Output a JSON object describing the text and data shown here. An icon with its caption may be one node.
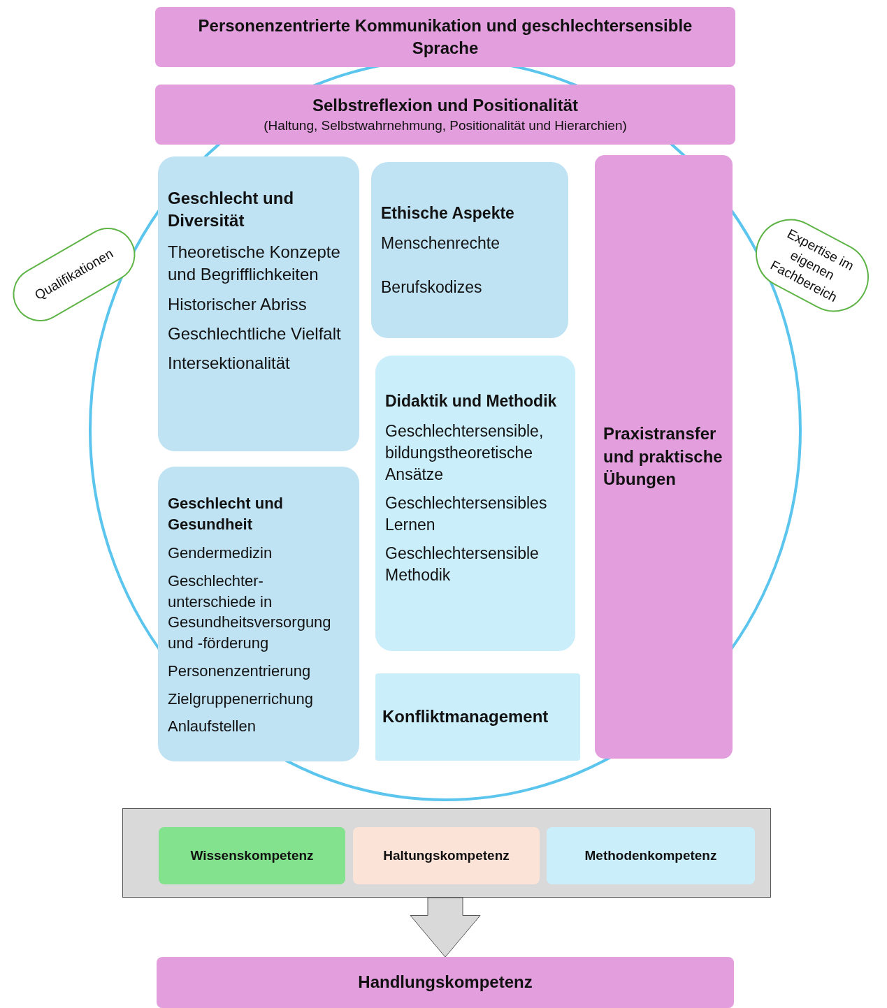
{
  "diagram": {
    "nodes": [
      {
        "text": [
          "Personenzentrierte Kommunikation und geschlechtersensible Sprache"
        ]
      },
      {
        "text": [
          "Selbstreflexion und Positionalität",
          "(Haltung, Selbstwahrnehmung, Positionalität und Hierarchien)"
        ]
      },
      {
        "text": [
          "Geschlecht und Diversität",
          "Theoretische Konzepte und Begrifflichkeiten",
          "Historischer Abriss",
          "Geschlechtliche Vielfalt",
          "Intersektionalität"
        ]
      },
      {
        "text": [
          "Ethische Aspekte",
          "Menschenrechte",
          "Berufskodizes"
        ]
      },
      {
        "text": [
          "Praxistransfer und praktische Übungen"
        ]
      },
      {
        "text": [
          "Qualifikationen"
        ]
      },
      {
        "text": [
          "Expertise im eigenen Fachbereich"
        ]
      },
      {
        "text": [
          "Geschlecht und Gesundheit",
          "Gendermedizin",
          "Geschlechter-unterschiede in Gesundheitsversorgung und -förderung",
          "Personenzentrierung",
          "Zielgruppenerrichung",
          "Anlaufstellen"
        ]
      },
      {
        "text": [
          "Didaktik und Methodik",
          "Geschlechtersensible, bildungstheoretische Ansätze",
          "Geschlechtersensibles Lernen",
          "Geschlechtersensible Methodik"
        ]
      },
      {
        "text": [
          "Konfliktmanagement"
        ]
      },
      {
        "text": [],
        "shape": "box"
      },
      {
        "text": [
          "Wissenskompetenz"
        ],
        "in": 10
      },
      {
        "text": [
          "Haltungskompetenz"
        ],
        "in": 10
      },
      {
        "text": [
          "Methodenkompetenz"
        ],
        "in": 10
      },
      {
        "text": [
          "Handlungskompetenz"
        ]
      }
    ],
    "edges": [
      {
        "from": 10,
        "to": 14,
        "arrow": "to"
      }
    ]
  }
}
